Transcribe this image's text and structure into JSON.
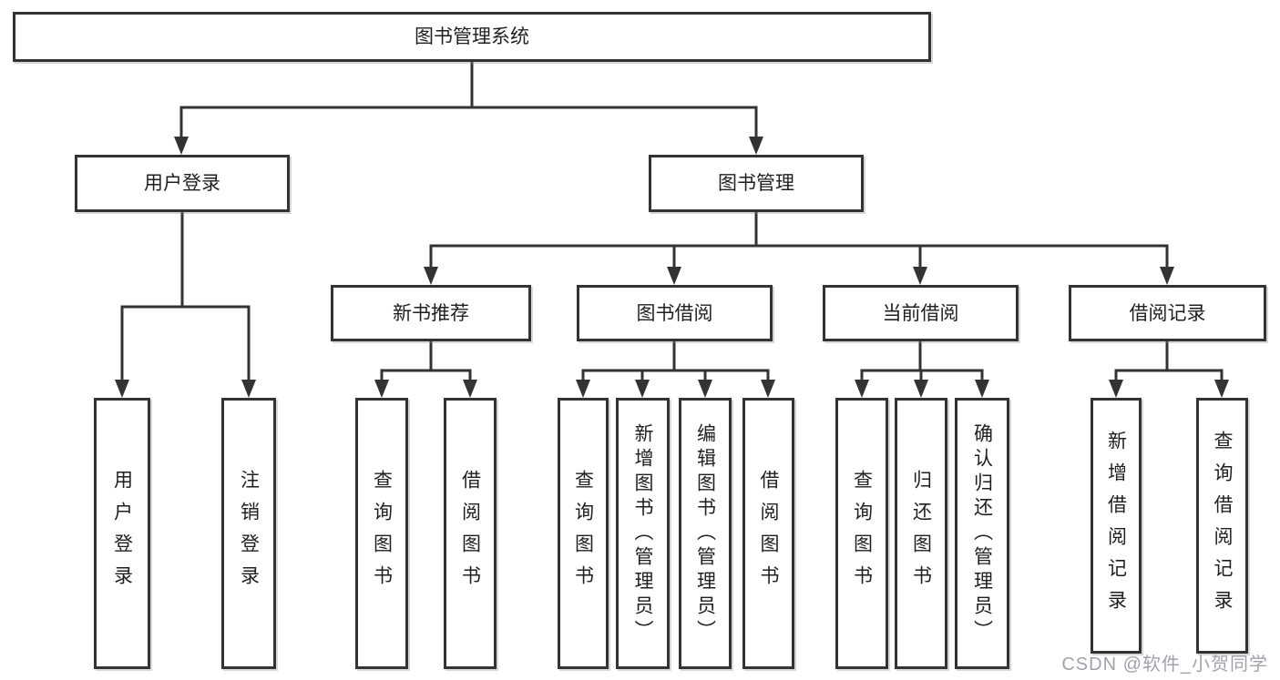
{
  "page": {
    "background": "#ffffff"
  },
  "diagram": {
    "type": "hierarchy-tree",
    "colors": {
      "line": "#333333",
      "box_border": "#333333",
      "box_background": "#ffffff",
      "text": "#1f1f1f",
      "watermark": "#8c92a0"
    },
    "root": {
      "label": "图书管理系统"
    },
    "level2": [
      {
        "label": "用户登录",
        "parent": "图书管理系统"
      },
      {
        "label": "图书管理",
        "parent": "图书管理系统"
      }
    ],
    "level3": [
      {
        "label": "新书推荐",
        "parent": "图书管理"
      },
      {
        "label": "图书借阅",
        "parent": "图书管理"
      },
      {
        "label": "当前借阅",
        "parent": "图书管理"
      },
      {
        "label": "借阅记录",
        "parent": "图书管理"
      }
    ],
    "leaves": [
      {
        "label": "用户登录",
        "parent": "用户登录"
      },
      {
        "label": "注销登录",
        "parent": "用户登录"
      },
      {
        "label": "查询图书",
        "parent": "新书推荐"
      },
      {
        "label": "借阅图书",
        "parent": "新书推荐"
      },
      {
        "label": "查询图书",
        "parent": "图书借阅"
      },
      {
        "label": "新增图书（管理员）",
        "parent": "图书借阅"
      },
      {
        "label": "编辑图书（管理员）",
        "parent": "图书借阅"
      },
      {
        "label": "借阅图书",
        "parent": "图书借阅"
      },
      {
        "label": "查询图书",
        "parent": "当前借阅"
      },
      {
        "label": "归还图书",
        "parent": "当前借阅"
      },
      {
        "label": "确认归还（管理员）",
        "parent": "当前借阅"
      },
      {
        "label": "新增借阅记录",
        "parent": "借阅记录"
      },
      {
        "label": "查询借阅记录",
        "parent": "借阅记录"
      }
    ],
    "watermark": "CSDN @软件_小贺同学"
  }
}
